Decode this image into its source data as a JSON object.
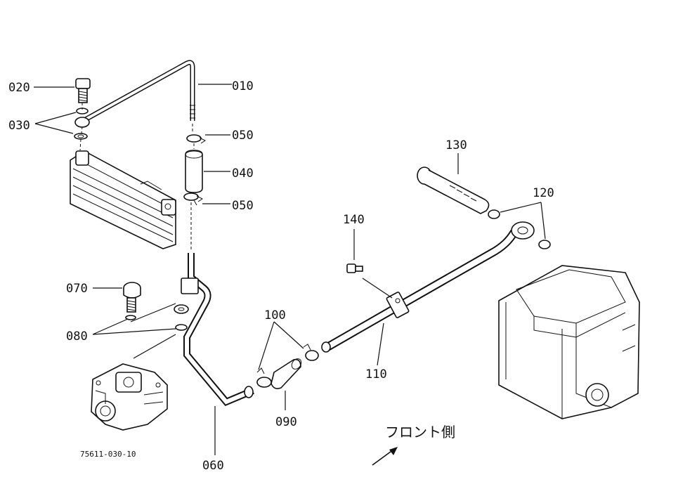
{
  "labels": {
    "p010": "010",
    "p020": "020",
    "p030": "030",
    "p040": "040",
    "p050a": "050",
    "p050b": "050",
    "p060": "060",
    "p070": "070",
    "p080": "080",
    "p090": "090",
    "p100": "100",
    "p110": "110",
    "p120": "120",
    "p130": "130",
    "p140": "140"
  },
  "direction_label": "フロント側",
  "drawing_code": "75611-030-10"
}
